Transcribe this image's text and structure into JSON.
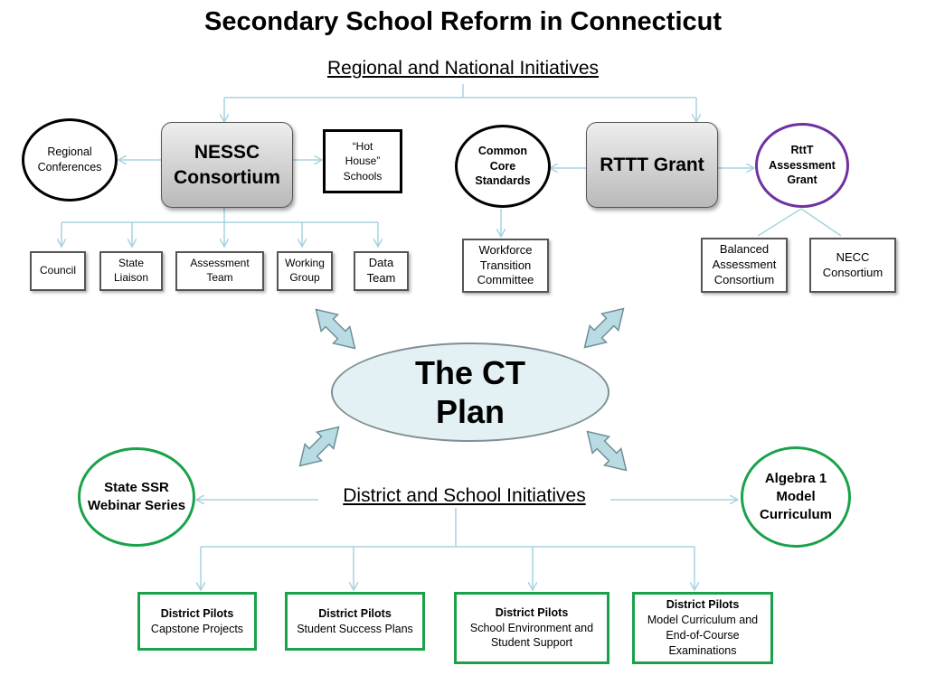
{
  "title": "Secondary School Reform in Connecticut",
  "regional_heading": "Regional and National Initiatives",
  "district_heading": "District and School Initiatives",
  "center": {
    "line1": "The CT",
    "line2": "Plan"
  },
  "nessc": {
    "title_line1": "NESSC",
    "title_line2": "Consortium",
    "regional_conferences": [
      "Regional",
      "Conferences"
    ],
    "hot_house": [
      "“Hot",
      "House”",
      "Schools"
    ],
    "sub_items": [
      [
        "Council"
      ],
      [
        "State",
        "Liaison"
      ],
      [
        "Assessment",
        "Team"
      ],
      [
        "Working",
        "Group"
      ],
      [
        "Data",
        "Team"
      ]
    ]
  },
  "rttt": {
    "title": "RTTT Grant",
    "common_core": [
      "Common",
      "Core",
      "Standards"
    ],
    "workforce": [
      "Workforce",
      "Transition",
      "Committee"
    ],
    "assessment_grant": [
      "RttT",
      "Assessment",
      "Grant"
    ],
    "balanced": [
      "Balanced",
      "Assessment",
      "Consortium"
    ],
    "necc": [
      "NECC",
      "Consortium"
    ]
  },
  "state_ssr": [
    "State SSR",
    "Webinar Series"
  ],
  "algebra": [
    "Algebra 1",
    "Model",
    "Curriculum"
  ],
  "pilots": [
    {
      "heading": "District Pilots",
      "lines": [
        "Capstone Projects"
      ]
    },
    {
      "heading": "District Pilots",
      "lines": [
        "Student Success Plans"
      ]
    },
    {
      "heading": "District Pilots",
      "lines": [
        "School Environment and",
        "Student Support"
      ]
    },
    {
      "heading": "District Pilots",
      "lines": [
        "Model Curriculum and",
        "End-of-Course",
        "Examinations"
      ]
    }
  ],
  "colors": {
    "connector": "#a9d3df",
    "arrow_fill": "#b9dbe3",
    "arrow_stroke": "#6f8f97",
    "green": "#1aa24a",
    "purple": "#7030a0"
  }
}
